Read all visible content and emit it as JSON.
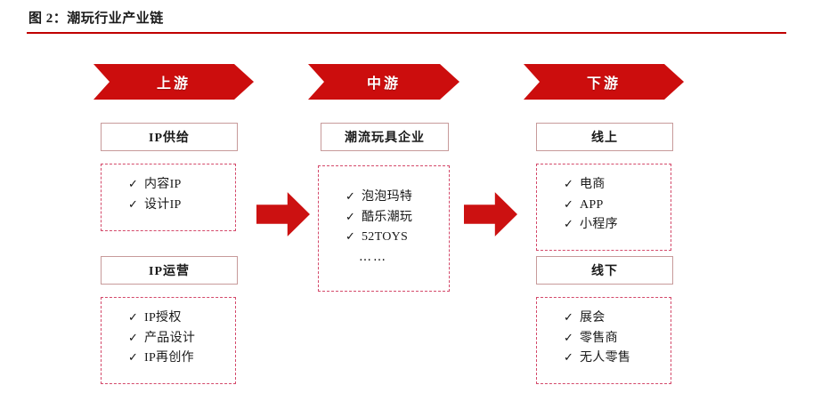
{
  "header": {
    "title": "图 2：潮玩行业产业链",
    "rule_color": "#c00000"
  },
  "colors": {
    "banner_red": "#cc0d0d",
    "arrow_red": "#cc1111",
    "solid_box_border": "#c79a9a",
    "dashed_box_border": "#d4496a",
    "background": "#ffffff"
  },
  "diagram": {
    "type": "value-chain",
    "check_glyph": "✓",
    "columns": [
      {
        "banner": "上游",
        "groups": [
          {
            "title": "IP供给",
            "items": [
              "内容IP",
              "设计IP"
            ]
          },
          {
            "title": "IP运营",
            "items": [
              "IP授权",
              "产品设计",
              "IP再创作"
            ]
          }
        ]
      },
      {
        "banner": "中游",
        "groups": [
          {
            "title": "潮流玩具企业",
            "items": [
              "泡泡玛特",
              "酷乐潮玩",
              "52TOYS"
            ],
            "ellipsis": "……"
          }
        ]
      },
      {
        "banner": "下游",
        "groups": [
          {
            "title": "线上",
            "items": [
              "电商",
              "APP",
              "小程序"
            ]
          },
          {
            "title": "线下",
            "items": [
              "展会",
              "零售商",
              "无人零售"
            ]
          }
        ]
      }
    ],
    "connectors": [
      {
        "name": "upstream-to-midstream",
        "direction": "right"
      },
      {
        "name": "midstream-to-downstream",
        "direction": "right"
      }
    ]
  }
}
